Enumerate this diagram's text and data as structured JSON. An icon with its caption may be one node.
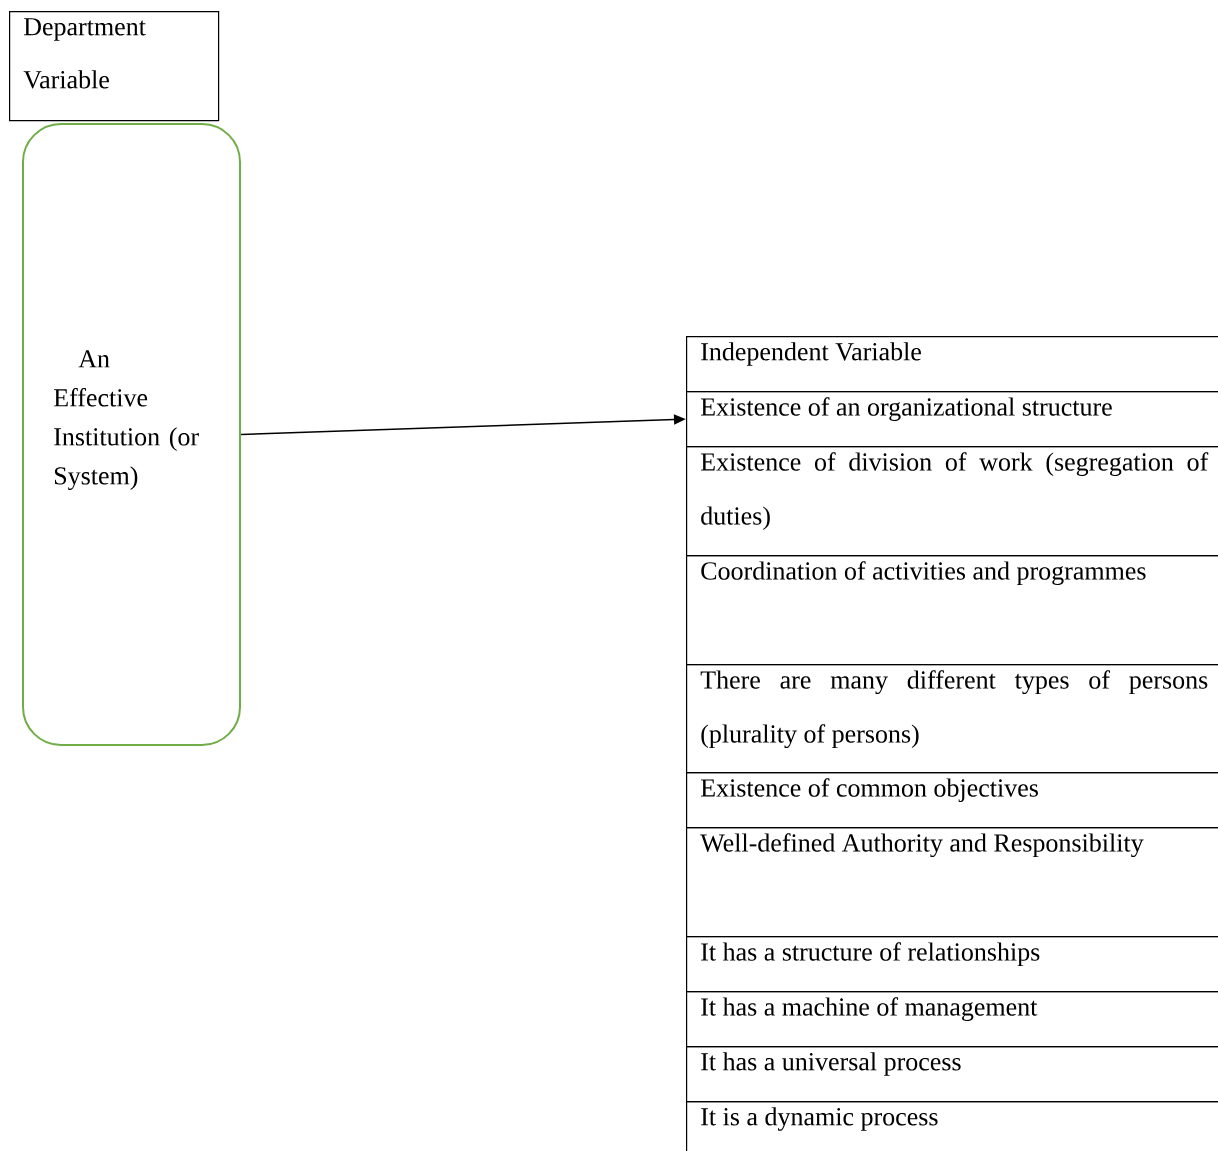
{
  "diagram": {
    "nodes": [
      {
        "text": [
          "Department Variable"
        ]
      },
      {
        "text": [
          "An Effective Institution (or System)"
        ]
      },
      {
        "text": [
          "Independent Variable"
        ]
      },
      {
        "text": [
          "Existence of an organizational structure"
        ]
      },
      {
        "text": [
          "Existence of division of work (segregation of duties)"
        ]
      },
      {
        "text": [
          "Coordination of activities and programmes"
        ]
      },
      {
        "text": [
          "There are many different types of persons (plurality of persons)"
        ]
      },
      {
        "text": [
          "Existence of common objectives"
        ]
      },
      {
        "text": [
          "Well-defined Authority and Responsibility"
        ]
      },
      {
        "text": [
          "It has a structure of relationships"
        ]
      },
      {
        "text": [
          "It has a machine of management"
        ]
      },
      {
        "text": [
          "It has a universal process"
        ]
      },
      {
        "text": [
          "It is a dynamic process"
        ]
      }
    ],
    "edges": [
      {
        "from": 1,
        "to": 3,
        "arrow": "to"
      }
    ]
  }
}
